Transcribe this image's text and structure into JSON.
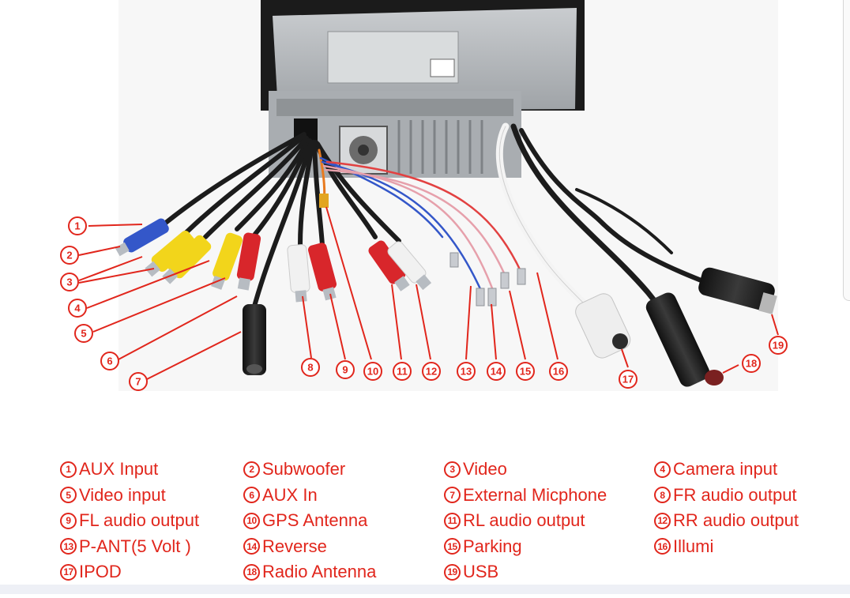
{
  "callouts": [
    {
      "n": "1"
    },
    {
      "n": "2"
    },
    {
      "n": "3"
    },
    {
      "n": "4"
    },
    {
      "n": "5"
    },
    {
      "n": "6"
    },
    {
      "n": "7"
    },
    {
      "n": "8"
    },
    {
      "n": "9"
    },
    {
      "n": "10"
    },
    {
      "n": "11"
    },
    {
      "n": "12"
    },
    {
      "n": "13"
    },
    {
      "n": "14"
    },
    {
      "n": "15"
    },
    {
      "n": "16"
    },
    {
      "n": "17"
    },
    {
      "n": "18"
    },
    {
      "n": "19"
    }
  ],
  "legend": [
    [
      {
        "n": "1",
        "label": "AUX Input"
      },
      {
        "n": "2",
        "label": " Subwoofer"
      },
      {
        "n": "3",
        "label": " Video"
      },
      {
        "n": "4",
        "label": "Camera input"
      }
    ],
    [
      {
        "n": "5",
        "label": "Video input"
      },
      {
        "n": "6",
        "label": "AUX In"
      },
      {
        "n": "7",
        "label": "External Micphone"
      },
      {
        "n": "8",
        "label": "FR audio output"
      }
    ],
    [
      {
        "n": "9",
        "label": "FL audio output"
      },
      {
        "n": "10",
        "label": "GPS Antenna"
      },
      {
        "n": "11",
        "label": "RL audio output"
      },
      {
        "n": "12",
        "label": "RR audio output"
      }
    ],
    [
      {
        "n": "13",
        "label": "P-ANT(5 Volt )"
      },
      {
        "n": "14",
        "label": "Reverse"
      },
      {
        "n": "15",
        "label": "Parking"
      },
      {
        "n": "16",
        "label": "Illumi"
      }
    ],
    [
      {
        "n": "17",
        "label": "IPOD"
      },
      {
        "n": "18",
        "label": "Radio Antenna"
      },
      {
        "n": "19",
        "label": "USB"
      }
    ]
  ],
  "colors": {
    "accent": "#e1261c",
    "cable": "#1c1c1c",
    "rca_yellow": "#f2d51b",
    "rca_red": "#d8262b",
    "rca_white": "#f1f1f1",
    "rca_blue": "#3457c9",
    "housing": "#b9bcbf"
  }
}
